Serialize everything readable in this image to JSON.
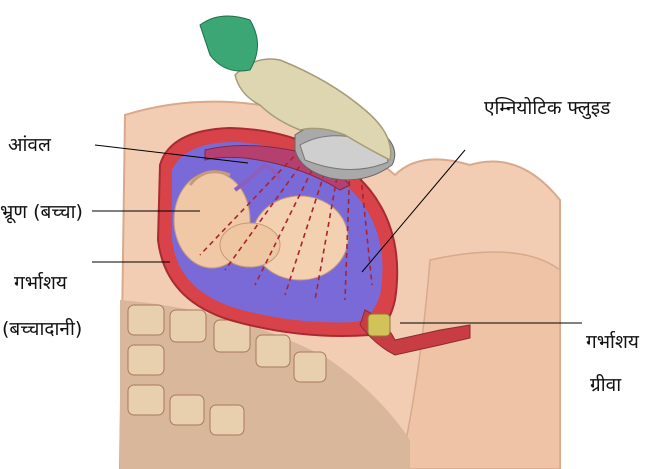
{
  "labels": {
    "placenta": "आंवल",
    "fetus": "भ्रूण (बच्चा)",
    "uterus_line1": "गर्भाशय",
    "uterus_line2": "(बच्चादानी)",
    "amniotic_fluid": "एम्नियोटिक फ्लुइड",
    "cervix_line1": "गर्भाशय",
    "cervix_line2": "ग्रीवा"
  },
  "colors": {
    "skin": "#f2cdb3",
    "uterus_wall": "#d8434a",
    "amniotic": "#7a6ad8",
    "glove": "#ddd6b0",
    "cuff": "#3aa774",
    "spine": "#c9a486"
  },
  "icons": [
    "ultrasound-probe-icon",
    "gloved-hand-icon"
  ]
}
